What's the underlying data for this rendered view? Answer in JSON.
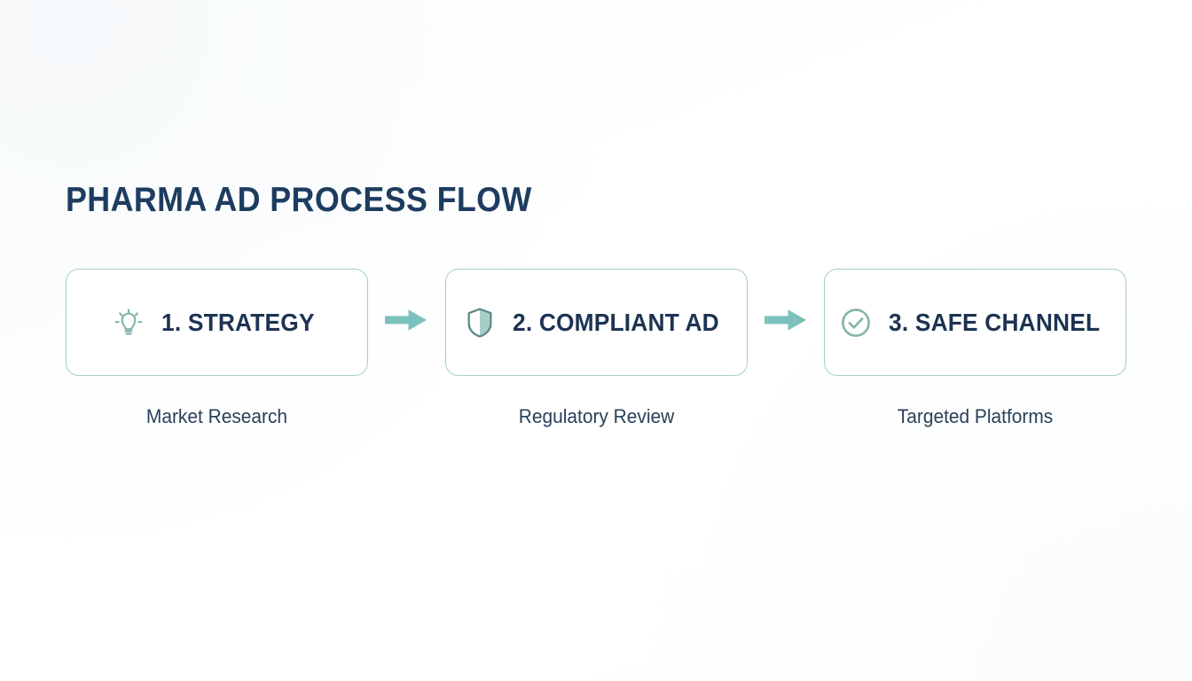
{
  "page": {
    "title": "PHARMA AD PROCESS FLOW",
    "background_color": "#ffffff",
    "title_color": "#1d3c5f"
  },
  "theme": {
    "navy": "#1d3352",
    "teal_border": "#a3cfcb",
    "teal_icon": "#7fb3ac",
    "teal_arrow": "#7cc0bb",
    "shield_outline": "#5d8a8a",
    "shield_fill": "#a8cdc9",
    "caption_color": "#29405a"
  },
  "flow": {
    "steps": [
      {
        "label": "1. STRATEGY",
        "icon": "lightbulb-icon",
        "caption": "Market Research"
      },
      {
        "label": "2. COMPLIANT AD",
        "icon": "shield-icon",
        "caption": "Regulatory Review"
      },
      {
        "label": "3. SAFE CHANNEL",
        "icon": "check-circle-icon",
        "caption": "Targeted Platforms"
      }
    ],
    "connectors": [
      {
        "icon": "arrow-right-icon"
      },
      {
        "icon": "arrow-right-icon"
      }
    ]
  }
}
